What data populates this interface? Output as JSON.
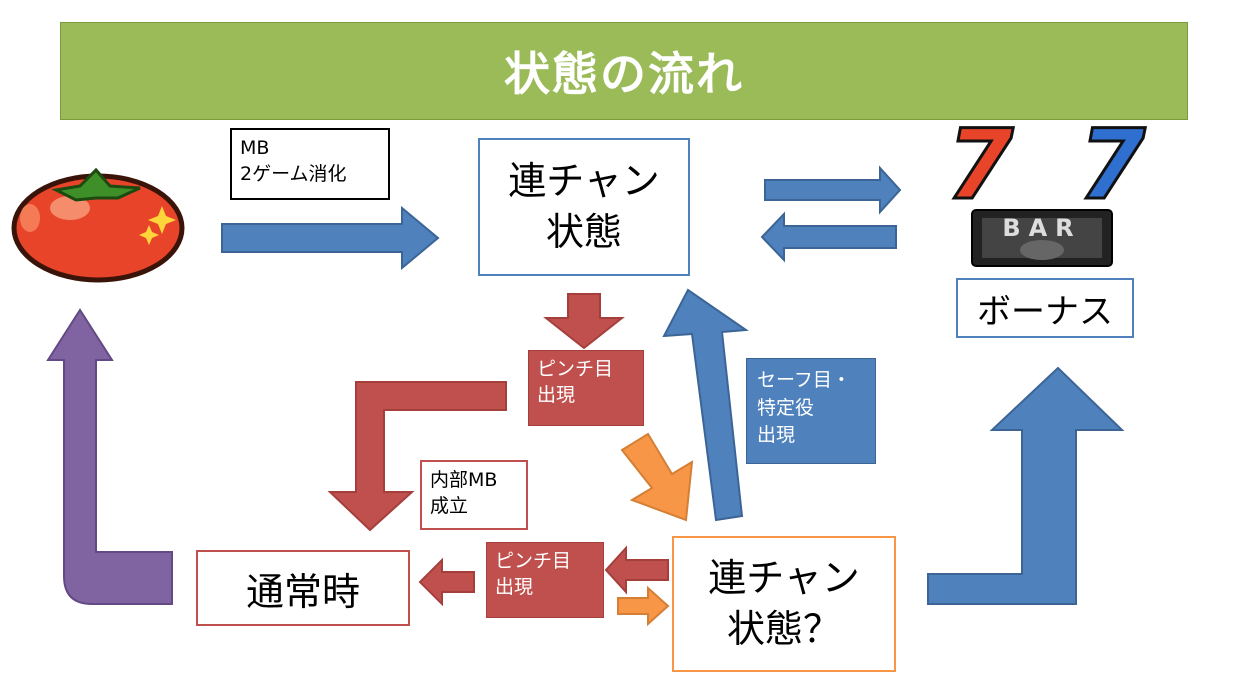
{
  "title": "状態の流れ",
  "nodes": {
    "renchan": "連チャン\n状態",
    "bonus": "ボーナス",
    "normal": "通常時",
    "renchan_q": "連チャン\n状態？"
  },
  "labels": {
    "mb_2game": "MB\n2ゲーム消化",
    "pinch_1": "ピンチ目\n出現",
    "pinch_2": "ピンチ目\n出現",
    "safe": "セーフ目・\n特定役\n出現",
    "internal_mb": "内部MB\n成立"
  },
  "reel_symbols": {
    "seven": "7",
    "bar": "BAR"
  },
  "colors": {
    "banner": "#9bbb59",
    "blue": "#4f81bd",
    "red": "#c0504d",
    "orange": "#f79646",
    "purple": "#8064a2"
  }
}
